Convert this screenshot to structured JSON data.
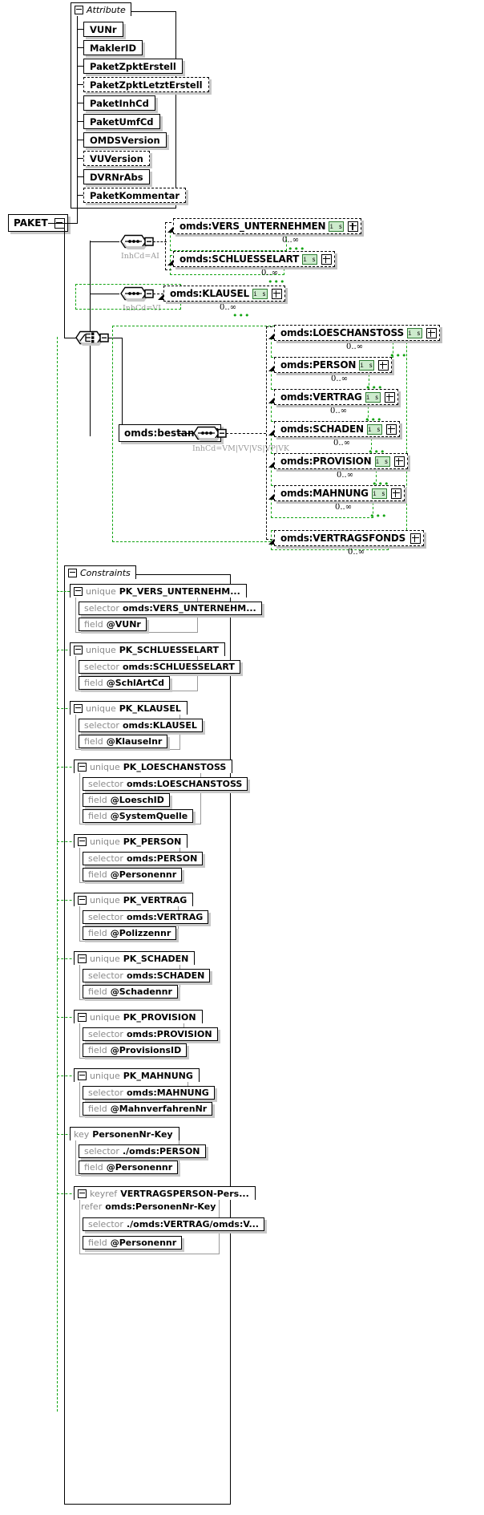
{
  "diagram": {
    "title": "PAKET",
    "root": {
      "label": "PAKET",
      "toggle": "minus-toggle"
    }
  },
  "attribute_group": {
    "tab_label": "Attribute",
    "items": [
      {
        "label": "VUNr",
        "optional": false
      },
      {
        "label": "MaklerID",
        "optional": false
      },
      {
        "label": "PaketZpktErstell",
        "optional": false
      },
      {
        "label": "PaketZpktLetztErstell",
        "optional": true
      },
      {
        "label": "PaketInhCd",
        "optional": false
      },
      {
        "label": "PaketUmfCd",
        "optional": false
      },
      {
        "label": "OMDSVersion",
        "optional": false
      },
      {
        "label": "VUVersion",
        "optional": true
      },
      {
        "label": "DVRNrAbs",
        "optional": false
      },
      {
        "label": "PaketKommentar",
        "optional": true
      }
    ]
  },
  "connectors": [
    {
      "name": "sequence-ai",
      "kind": "sequence",
      "label": "InhCd=AI"
    },
    {
      "name": "sequence-vi",
      "kind": "sequence",
      "label": "InhCd=VI"
    },
    {
      "name": "choice-root",
      "kind": "choice",
      "label": ""
    },
    {
      "name": "sequence-bestand",
      "kind": "sequence",
      "label": "InhCd=VM|VV|VS|VP|VK"
    }
  ],
  "elements": [
    {
      "name": "vers-unternehmen",
      "label": "omds:VERS_UNTERNEHMEN",
      "type_icon": "i s",
      "occurrence": "0..∞",
      "toggle": "plus"
    },
    {
      "name": "schluesselart",
      "label": "omds:SCHLUESSELART",
      "type_icon": "i s",
      "occurrence": "0..∞",
      "toggle": "plus"
    },
    {
      "name": "klausel",
      "label": "omds:KLAUSEL",
      "type_icon": "i s",
      "occurrence": "0..∞",
      "toggle": "plus"
    },
    {
      "name": "loeschanstoss",
      "label": "omds:LOESCHANSTOSS",
      "type_icon": "i s",
      "occurrence": "0..∞",
      "toggle": "plus"
    },
    {
      "name": "person",
      "label": "omds:PERSON",
      "type_icon": "i s",
      "occurrence": "0..∞",
      "toggle": "plus"
    },
    {
      "name": "vertrag",
      "label": "omds:VERTRAG",
      "type_icon": "i s",
      "occurrence": "0..∞",
      "toggle": "plus"
    },
    {
      "name": "schaden",
      "label": "omds:SCHADEN",
      "type_icon": "i s",
      "occurrence": "0..∞",
      "toggle": "plus"
    },
    {
      "name": "provision",
      "label": "omds:PROVISION",
      "type_icon": "i s",
      "occurrence": "0..∞",
      "toggle": "plus"
    },
    {
      "name": "mahnung",
      "label": "omds:MAHNUNG",
      "type_icon": "i s",
      "occurrence": "0..∞",
      "toggle": "plus"
    },
    {
      "name": "vertragsfonds",
      "label": "omds:VERTRAGSFONDS",
      "type_icon": "",
      "occurrence": "0..∞",
      "toggle": "plus"
    }
  ],
  "bestand": {
    "label": "omds:bestand",
    "toggle": "minus"
  },
  "constraints": {
    "tab_label": "Constraints",
    "items": [
      {
        "kind": "unique",
        "name": "PK_VERS_UNTERNEHM...",
        "rows": [
          {
            "kw": "selector",
            "val": "omds:VERS_UNTERNEHM..."
          },
          {
            "kw": "field",
            "val": "@VUNr"
          }
        ]
      },
      {
        "kind": "unique",
        "name": "PK_SCHLUESSELART",
        "rows": [
          {
            "kw": "selector",
            "val": "omds:SCHLUESSELART"
          },
          {
            "kw": "field",
            "val": "@SchlArtCd"
          }
        ]
      },
      {
        "kind": "unique",
        "name": "PK_KLAUSEL",
        "rows": [
          {
            "kw": "selector",
            "val": "omds:KLAUSEL"
          },
          {
            "kw": "field",
            "val": "@Klauselnr"
          }
        ]
      },
      {
        "kind": "unique",
        "name": "PK_LOESCHANSTOSS",
        "rows": [
          {
            "kw": "selector",
            "val": "omds:LOESCHANSTOSS"
          },
          {
            "kw": "field",
            "val": "@LoeschID"
          },
          {
            "kw": "field",
            "val": "@SystemQuelle"
          }
        ]
      },
      {
        "kind": "unique",
        "name": "PK_PERSON",
        "rows": [
          {
            "kw": "selector",
            "val": "omds:PERSON"
          },
          {
            "kw": "field",
            "val": "@Personennr"
          }
        ]
      },
      {
        "kind": "unique",
        "name": "PK_VERTRAG",
        "rows": [
          {
            "kw": "selector",
            "val": "omds:VERTRAG"
          },
          {
            "kw": "field",
            "val": "@Polizzennr"
          }
        ]
      },
      {
        "kind": "unique",
        "name": "PK_SCHADEN",
        "rows": [
          {
            "kw": "selector",
            "val": "omds:SCHADEN"
          },
          {
            "kw": "field",
            "val": "@Schadennr"
          }
        ]
      },
      {
        "kind": "unique",
        "name": "PK_PROVISION",
        "rows": [
          {
            "kw": "selector",
            "val": "omds:PROVISION"
          },
          {
            "kw": "field",
            "val": "@ProvisionsID"
          }
        ]
      },
      {
        "kind": "unique",
        "name": "PK_MAHNUNG",
        "rows": [
          {
            "kw": "selector",
            "val": "omds:MAHNUNG"
          },
          {
            "kw": "field",
            "val": "@MahnverfahrenNr"
          }
        ]
      },
      {
        "kind": "key",
        "name": "PersonenNr-Key",
        "rows": [
          {
            "kw": "selector",
            "val": "./omds:PERSON"
          },
          {
            "kw": "field",
            "val": "@Personennr"
          }
        ]
      },
      {
        "kind": "keyref",
        "name": "VERTRAGSPERSON-Pers...",
        "refer_kw": "refer",
        "refer_val": "omds:PersonenNr-Key",
        "rows": [
          {
            "kw": "selector",
            "val": "./omds:VERTRAG/omds:V..."
          },
          {
            "kw": "field",
            "val": "@Personennr"
          }
        ]
      }
    ]
  },
  "colors": {
    "accent_green": "#13a513",
    "type_icon_bg": "#cdebcd",
    "shadow": "#c8c8c8",
    "keyword_grey": "#8a8a8a"
  }
}
